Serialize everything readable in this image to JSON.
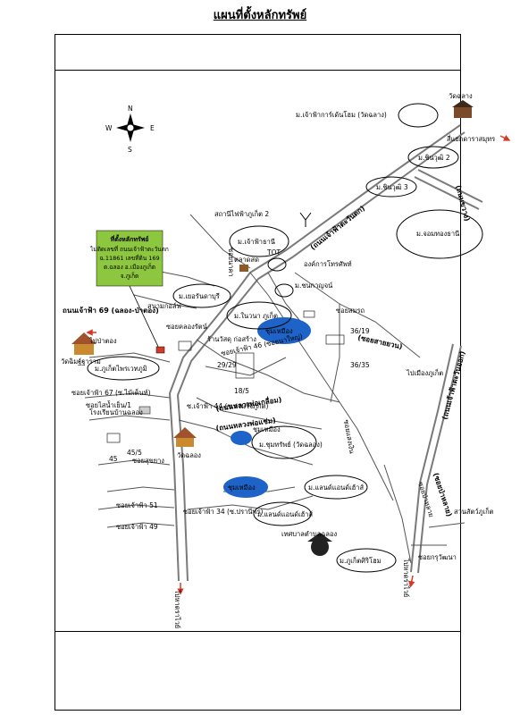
{
  "title": "แผนที่ตั้งหลักทรัพย์",
  "compass": {
    "n": "N",
    "s": "S",
    "e": "E",
    "w": "W"
  },
  "property_box": {
    "lines": [
      "ที่ตั้งหลักทรัพย์",
      "ไม่ติดเลขที่ ถนนเจ้าฟ้าตะวันตก",
      "ฉ.11861 เลขที่ดิน 169",
      "ต.ฉลอง อ.เมืองภูเก็ต",
      "จ.ภูเก็ต"
    ],
    "color": "#8dc63f"
  },
  "roads": {
    "chaofa_west": "(ถนนเจ้าฟ้าตะวันตก)",
    "chaofa_east": "(ถนนเจ้าฟ้าตะวันออก)",
    "chaofa_69": "ถนนเจ้าฟ้า 69 (ฉลอง-ป่าตอง)",
    "soi_saiyuan": "(ซอยสายยวน)",
    "luang_phor_klom": "(ถนนหลวงพ่อเกลื่อม)",
    "luang_phor_chaem": "(ถนนหลวงพ่อแช่ม)",
    "chanong": "(ถนนขวาง)",
    "soi_palai": "(ซอยป่าหลาย)",
    "soi_naka": "ซอยนาคา",
    "soi_klongrat": "ซอยคลองรัตน์",
    "chaofa_46": "ซอยเจ้าฟ้า 46 (ซอยนาใหญ่)",
    "chaofa_67": "ซอยเจ้าฟ้า 67 (ซ.ไม้เต็นท์)",
    "soi_kha_yen": "ซอยไสน้ำเย็น/1",
    "chaofa_44": "ซ.เจ้าฟ้า 44 (ซ.ร่วมใจภูกิต)",
    "soi_suksomyang": "ซอยสุขยาง",
    "chaofa_51": "ซอยเจ้าฟ้า 51",
    "chaofa_34": "ซอยเจ้าฟ้า 34 (ซ.ปรานีพร)",
    "chaofa_49": "ซอยเจ้าฟ้า 49",
    "soi_kruwatthana": "ซอยกรุวัฒนา",
    "soi_palai_bypass": "ซอยป่าหลาย",
    "sueanbueng": "ซอยแสงเงิน"
  },
  "places": {
    "wat_chalong_top": "วัดฉลาง",
    "intersection": "สี่แยกดาราสมุทร",
    "baan_chaofa_garden": "ม.เจ้าฟ้าการ์เด้นโฮม (วัดฉลาง)",
    "chinpruek2": "ม.ชินวุฒิ 2",
    "chinpruek3": "ม.ชินวุฒิ 3",
    "chomthong": "ม.จอมทองธานี",
    "station_power": "สถานีไฟฟ้าภูเก็ต 2",
    "chaofa_thani": "ม.เจ้าฟ้าธานี",
    "tot": "TOT",
    "tot_org": "องค์การโทรศัพท์",
    "chanokchan": "ม.ชนกาญจน์",
    "market": "ตลาดสด",
    "eurasian": "ม.เยอรันดาบุรี",
    "nawawan": "ม.ในวนา ภูเก็ต",
    "chalong_park": "สนามกอล์ฟ",
    "phuket_phrompat": "ม.ภูเก็ตไพรเวทภูมิ",
    "wat_kosit": "วัดฉิมฐ์ฐาราม",
    "to_patong": "ไปป่าตอง",
    "school": "โรงเรียนบ้านฉลอง",
    "buengmuang1": "ชุมเหมือง",
    "shop": "ร้านวัสดุ ก่อสร้าง",
    "house_29": "29/29",
    "house_18": "18/5",
    "house_36_19": "36/19",
    "house_36_35": "36/35",
    "house_45": "45",
    "house_45_5": "45/5",
    "soi_somrak": "ซอยสมรถ",
    "buengmuang2": "ชุมเหมือง",
    "phukhet_sap": "ม.ชุมทรัพย์ (วัดฉลอง)",
    "wat_chalong": "วัดฉลอง",
    "buengmuang3": "ชุมเหมือง",
    "land_estate1": "ม.แลนด์แอนด์เฮ้าส์",
    "land_estate2": "ม.แลนด์แอนด์เฮ้าส์",
    "municipality": "เทศบาลตำบลฉลอง",
    "phuket_sriyom": "ม.ภูเก็ตศิริโฮม",
    "suankasikorn": "สวนสัตว์ภูเก็ต",
    "to_rawai_left": "ไปหาดราไวย์",
    "to_rawai_right": "ไปหาดราไวย์",
    "to_chalong": "ไปเมืองภูเก็ต"
  },
  "colors": {
    "road": "#7a7a7a",
    "lake": "#1e63c8",
    "box": "#8dc63f",
    "arrow": "#d43a2a"
  }
}
